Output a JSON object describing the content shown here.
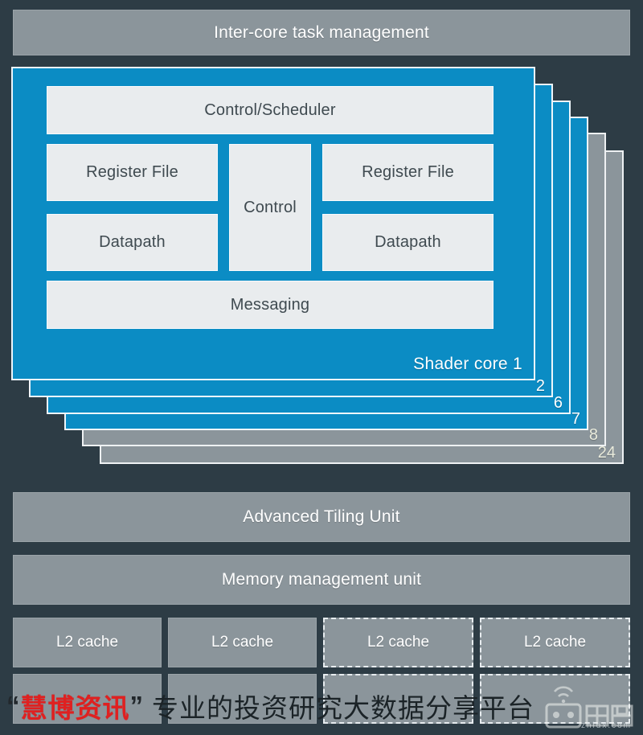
{
  "header": {
    "title": "Inter-core task management"
  },
  "shader_core": {
    "front_label": "Shader core 1",
    "blocks": {
      "scheduler": "Control/Scheduler",
      "register_file_left": "Register File",
      "register_file_right": "Register File",
      "datapath_left": "Datapath",
      "datapath_right": "Datapath",
      "control": "Control",
      "messaging": "Messaging"
    },
    "stack_layers": [
      {
        "label": "2",
        "style": "blue"
      },
      {
        "label": "6",
        "style": "blue"
      },
      {
        "label": "7",
        "style": "blue"
      },
      {
        "label": "8",
        "style": "gray"
      },
      {
        "label": "24",
        "style": "gray"
      }
    ]
  },
  "units": {
    "tiling": "Advanced Tiling Unit",
    "mmu": "Memory management unit"
  },
  "cache": {
    "row1": [
      {
        "label": "L2 cache",
        "border": "solid"
      },
      {
        "label": "L2 cache",
        "border": "solid"
      },
      {
        "label": "L2 cache",
        "border": "dashed"
      },
      {
        "label": "L2 cache",
        "border": "dashed"
      }
    ],
    "row2": [
      {
        "label": "",
        "border": "solid"
      },
      {
        "label": "",
        "border": "solid"
      },
      {
        "label": "",
        "border": "dashed"
      },
      {
        "label": "",
        "border": "dashed"
      }
    ]
  },
  "watermark": {
    "quote_open": "“",
    "brand": "慧博资讯",
    "quote_close": "”",
    "tagline": "专业的投资研究大数据分享平台",
    "logo_text": "智東西",
    "logo_caption": "zhidx.com"
  },
  "colors": {
    "background": "#2d3c45",
    "gray_panel": "#8b959b",
    "core_blue": "#0b8cc4",
    "block_fill": "#e9ecee",
    "brand_red": "#e02020"
  }
}
